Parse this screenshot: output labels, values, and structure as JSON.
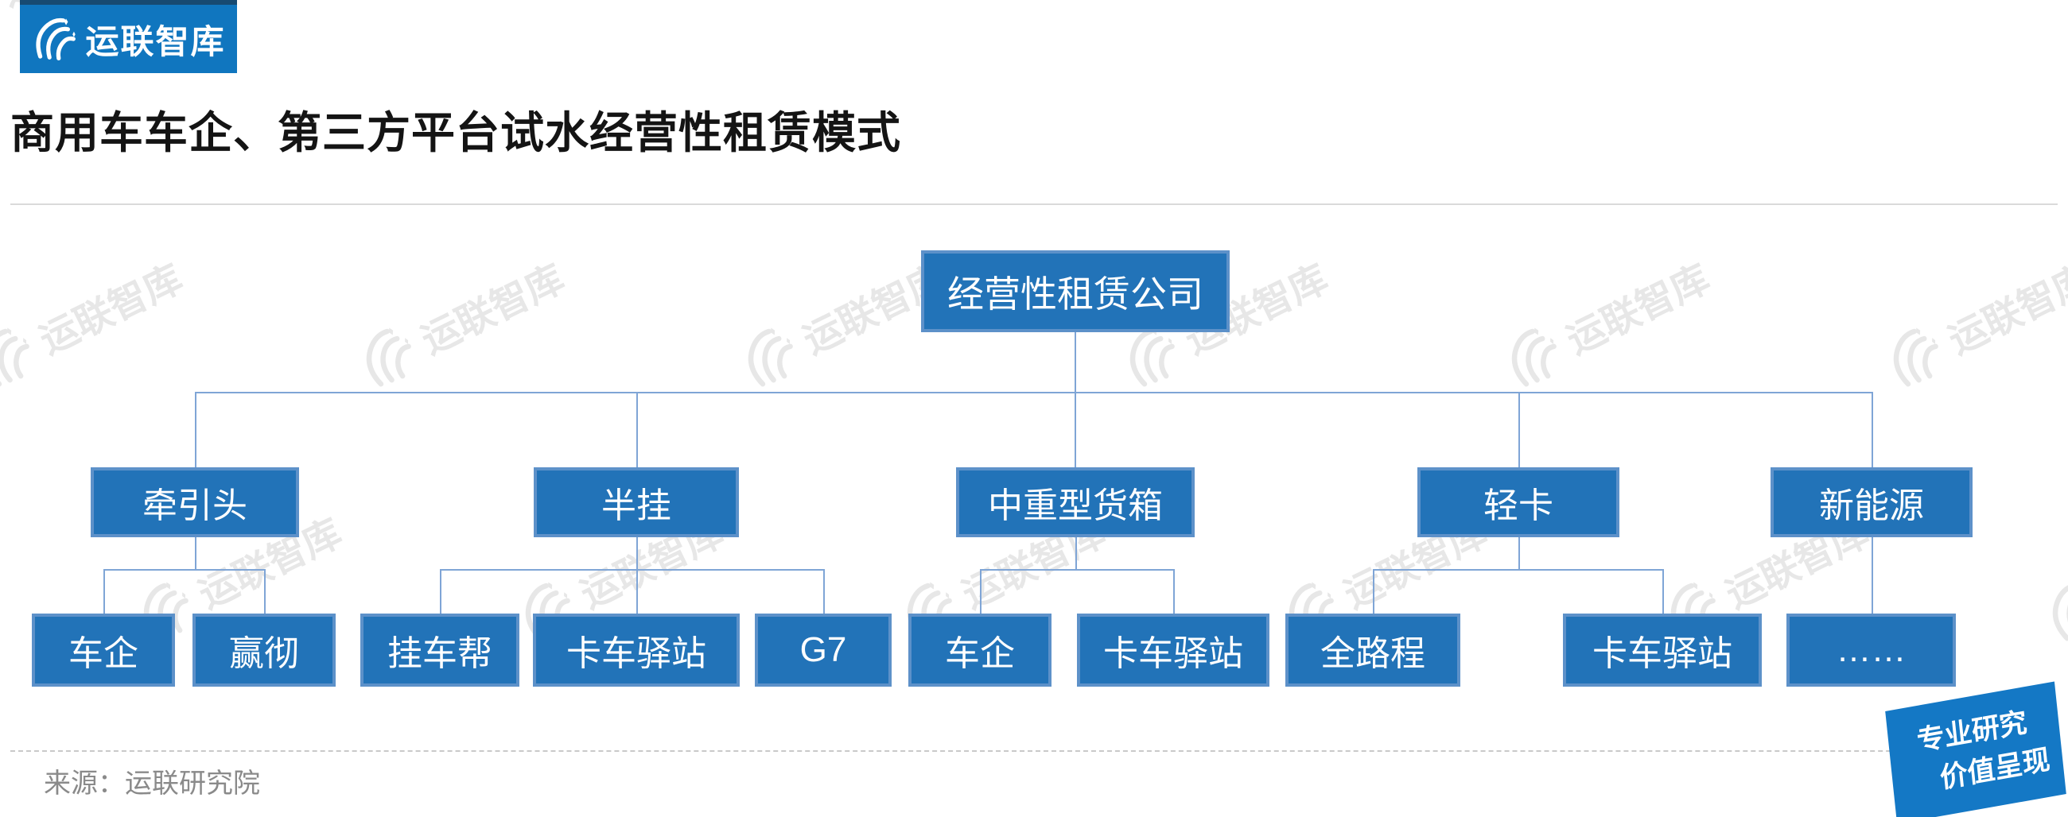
{
  "logo": {
    "text": "运联智库"
  },
  "title": "商用车车企、第三方平台试水经营性租赁模式",
  "watermark": {
    "text": "运联智库"
  },
  "tree": {
    "root": {
      "label": "经营性租赁公司"
    },
    "branches": [
      {
        "label": "牵引头",
        "children": [
          "车企",
          "赢彻"
        ]
      },
      {
        "label": "半挂",
        "children": [
          "挂车帮",
          "卡车驿站",
          "G7"
        ]
      },
      {
        "label": "中重型货箱",
        "children": [
          "车企",
          "卡车驿站"
        ]
      },
      {
        "label": "轻卡",
        "children": [
          "全路程",
          "卡车驿站"
        ]
      },
      {
        "label": "新能源",
        "children": [
          "……"
        ]
      }
    ]
  },
  "footer": {
    "source": "来源：运联研究院"
  },
  "badge": {
    "line1": "专业研究",
    "line2": "价值呈现"
  },
  "colors": {
    "box_fill": "#2273b8",
    "box_border": "#5d91c9",
    "connector": "#7fa5d6",
    "logo_bg": "#1076bf",
    "badge_bg": "#1478c5",
    "watermark": "#e7e7e7"
  }
}
